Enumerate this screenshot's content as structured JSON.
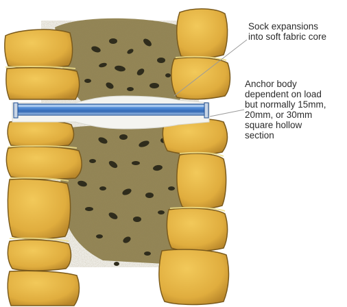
{
  "callouts": {
    "sock": {
      "lines": [
        "Sock expansions",
        "into soft fabric core"
      ]
    },
    "anchor": {
      "lines": [
        "Anchor body",
        "dependent on load",
        "but normally 15mm,",
        "20mm, or 30mm",
        "square hollow",
        "section"
      ]
    }
  },
  "colors": {
    "background": "#ffffff",
    "stone_fill": "#e3b445",
    "stone_shadow": "#b8862a",
    "stone_outline": "#7a5a1c",
    "rubble_fill": "#8a7a45",
    "aggregate": "#2f2c1c",
    "anchor_blue": "#3b78c8",
    "sock_white": "#f4f4f0",
    "leader_line": "#9a9a9a",
    "text": "#2a2a2a"
  },
  "icons": {
    "anchor": "anchor-bar",
    "sock": "fabric-sock"
  }
}
